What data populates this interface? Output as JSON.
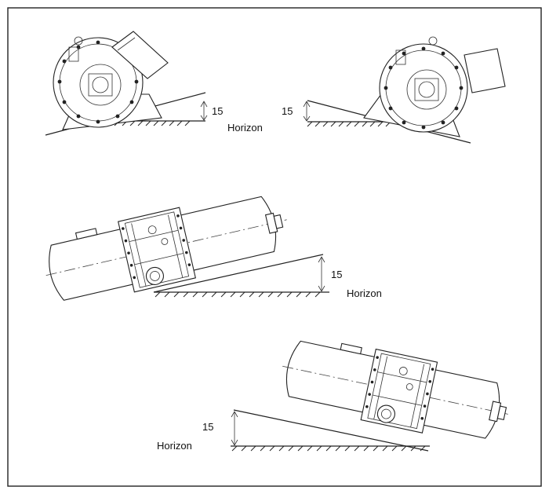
{
  "labels": {
    "angle_top_left": "15",
    "horizon_top_left": "Horizon",
    "angle_top_right": "15",
    "angle_middle": "15",
    "horizon_middle": "Horizon",
    "angle_bottom": "15",
    "horizon_bottom": "Horizon"
  }
}
